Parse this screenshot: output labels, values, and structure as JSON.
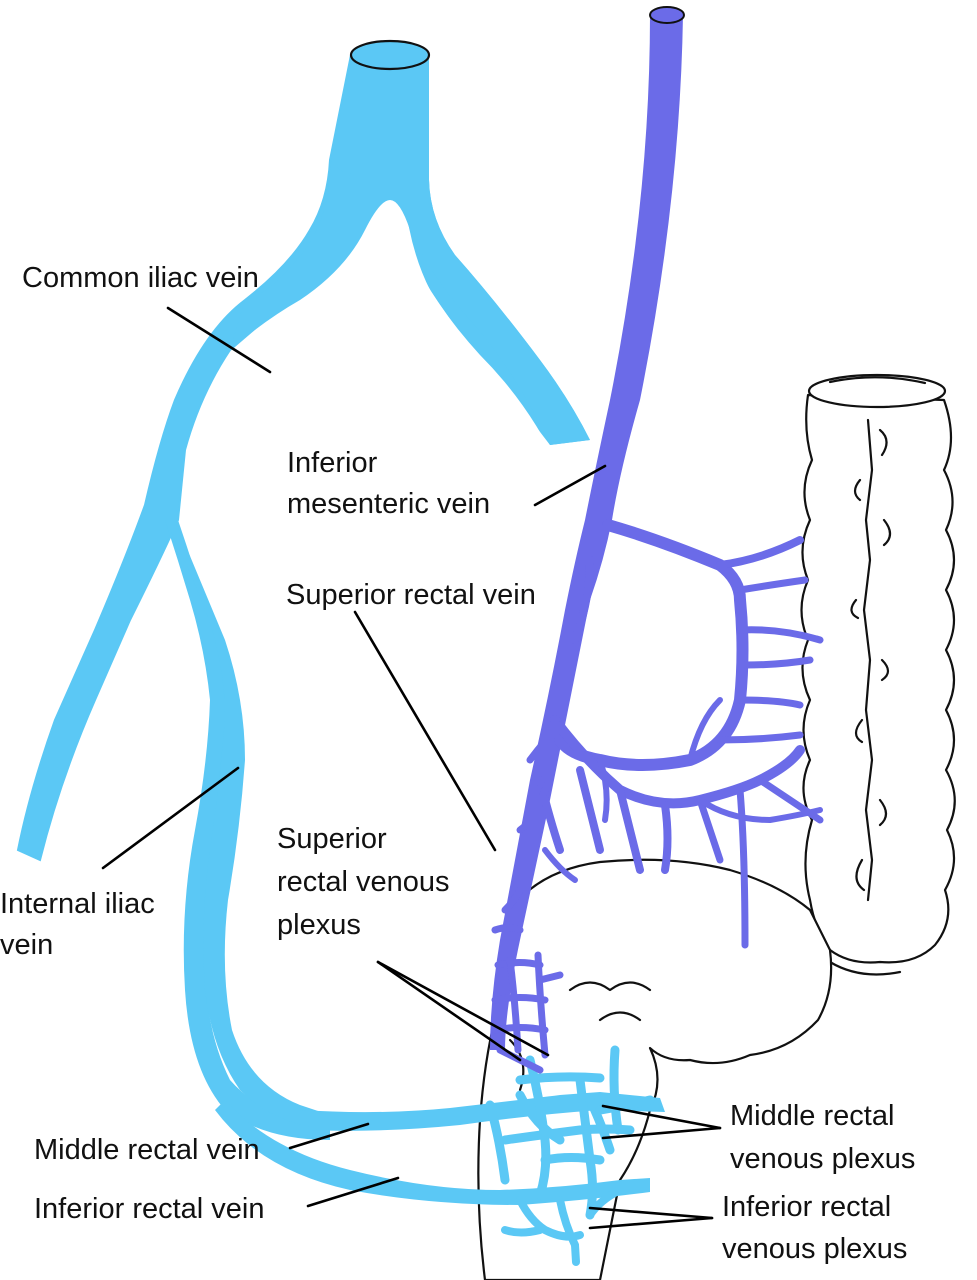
{
  "colors": {
    "systemic_vein": "#5bc8f5",
    "portal_vein": "#6b6be8",
    "outline": "#111111"
  },
  "labels": {
    "common_iliac": "Common iliac vein",
    "inferior_mesenteric_1": "Inferior",
    "inferior_mesenteric_2": "mesenteric vein",
    "superior_rectal": "Superior rectal vein",
    "superior_plexus_1": "Superior",
    "superior_plexus_2": "rectal venous",
    "superior_plexus_3": "plexus",
    "internal_iliac_1": "Internal iliac",
    "internal_iliac_2": "vein",
    "middle_rectal": "Middle rectal vein",
    "inferior_rectal": "Inferior rectal vein",
    "middle_plexus_1": "Middle rectal",
    "middle_plexus_2": "venous plexus",
    "inferior_plexus_1": "Inferior rectal",
    "inferior_plexus_2": "venous plexus"
  }
}
